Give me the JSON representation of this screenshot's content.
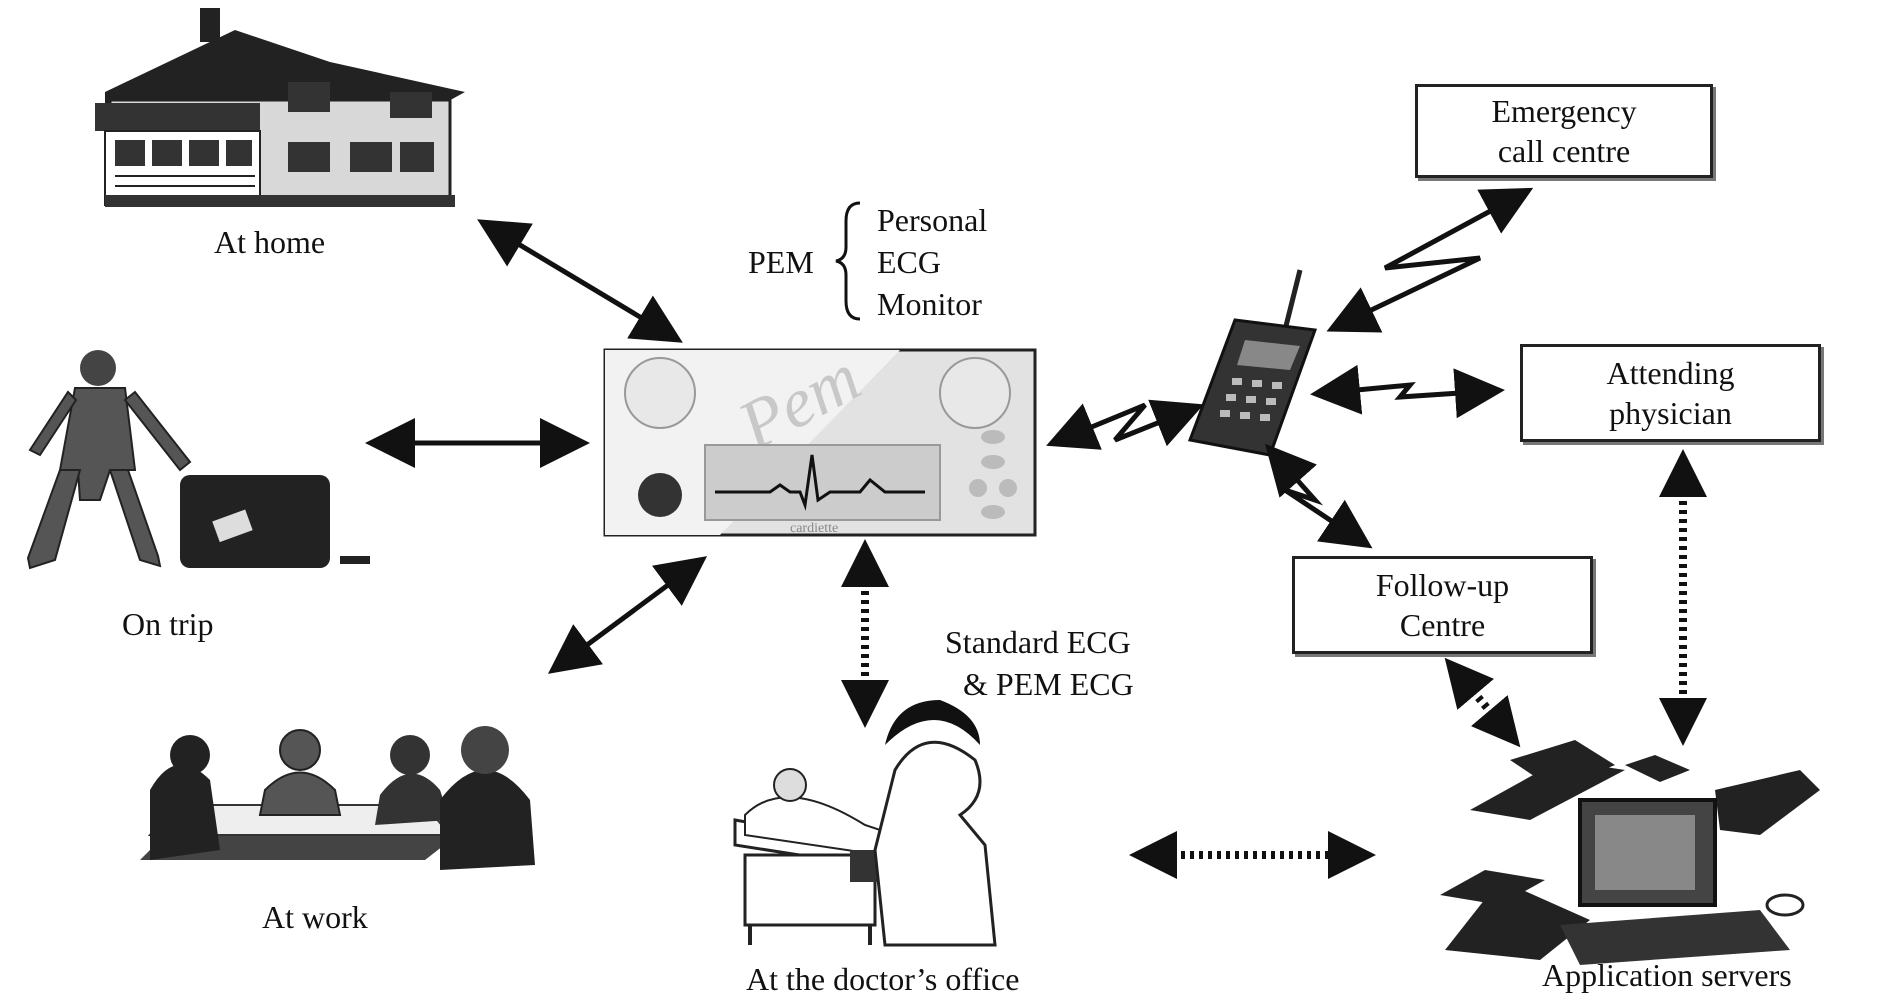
{
  "labels": {
    "at_home": "At home",
    "on_trip": "On trip",
    "at_work": "At work",
    "doctor_office": "At the doctor’s office",
    "app_servers": "Application servers",
    "standard_ecg_1": "Standard ECG",
    "standard_ecg_2": "& PEM ECG"
  },
  "pem": {
    "acronym": "PEM",
    "expansion": [
      "Personal",
      "ECG",
      "Monitor"
    ],
    "device_brand": "Pem",
    "device_caption": "cardiette"
  },
  "boxes": {
    "emergency": [
      "Emergency",
      "call centre"
    ],
    "attending": [
      "Attending",
      "physician"
    ],
    "followup": [
      "Follow-up",
      "Centre"
    ]
  }
}
